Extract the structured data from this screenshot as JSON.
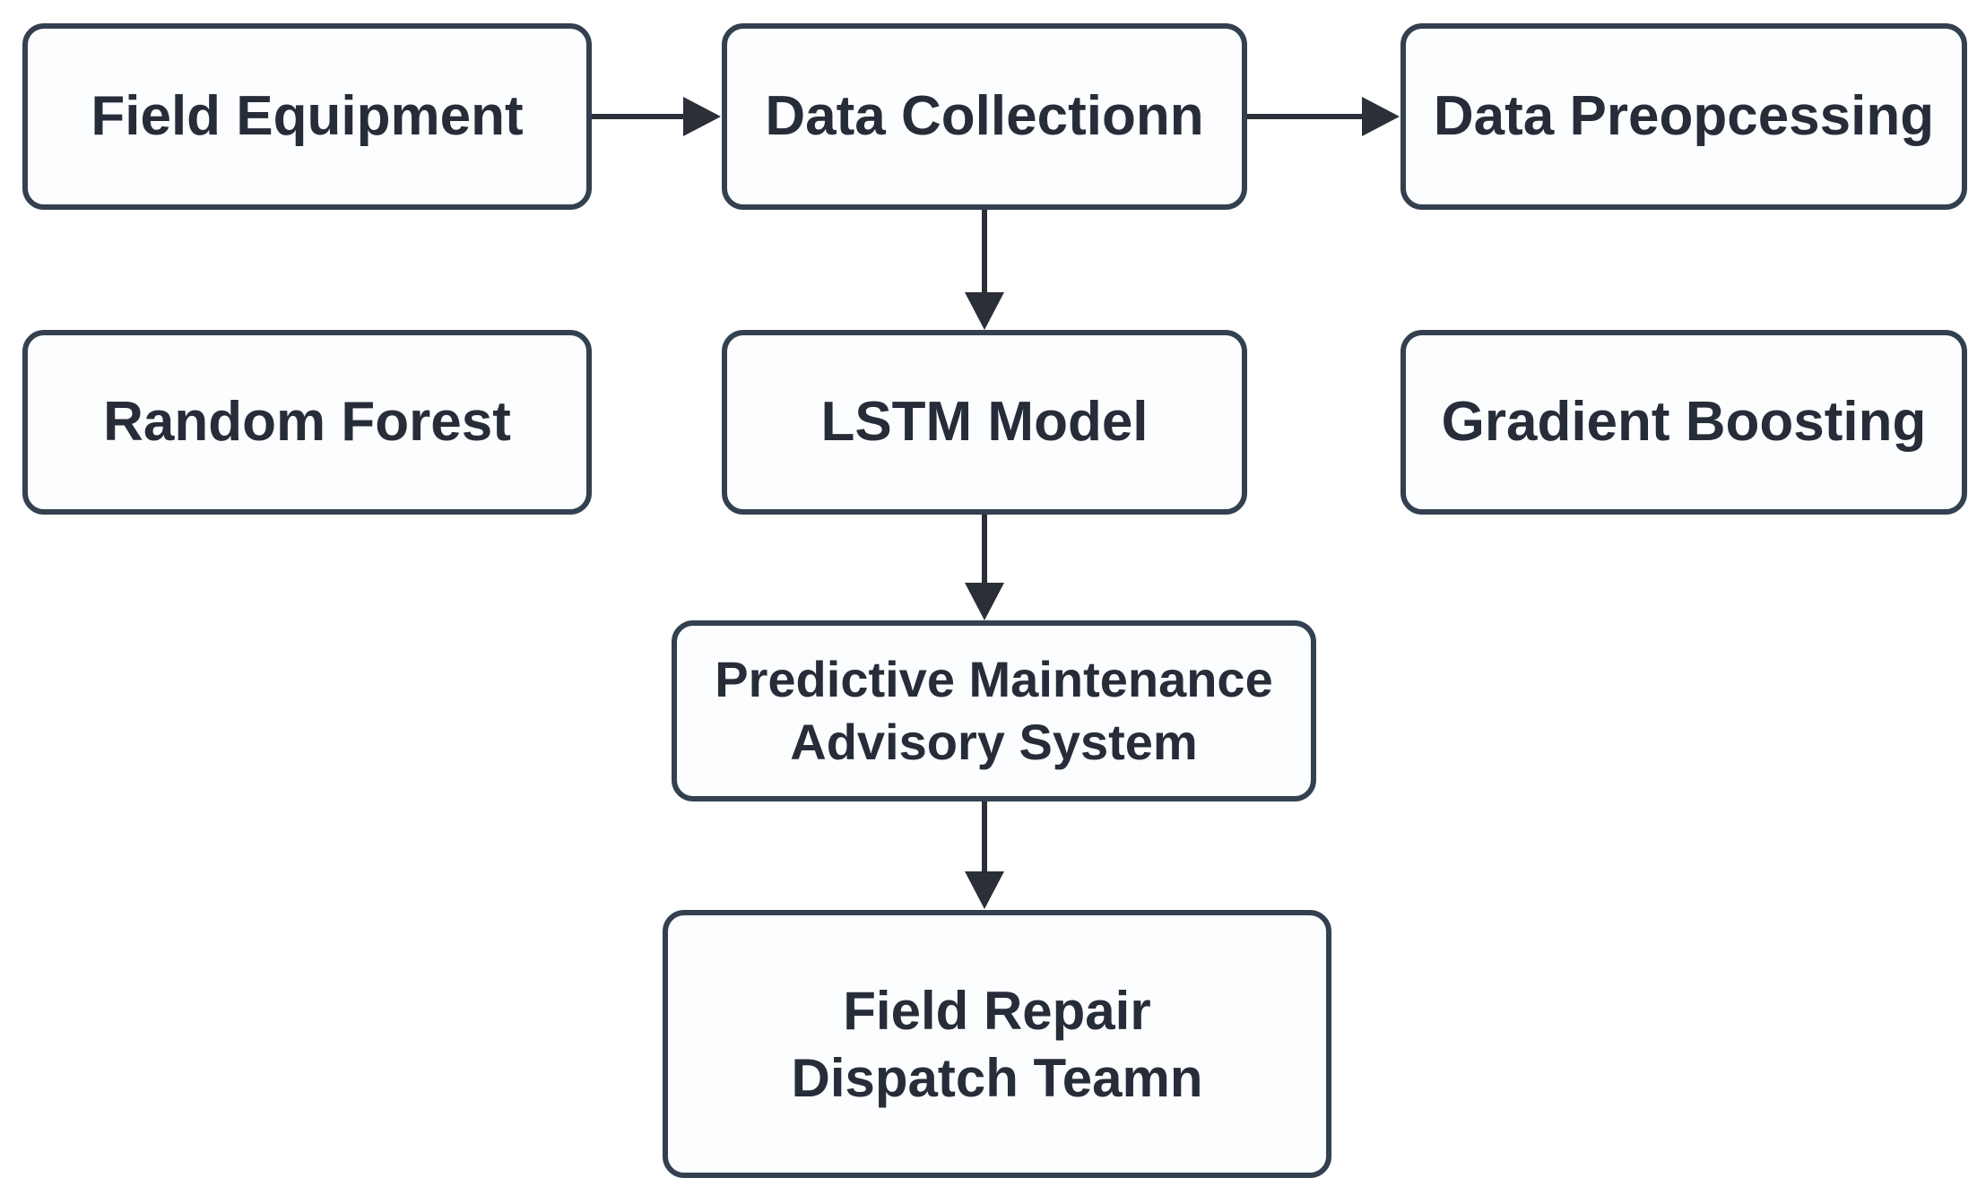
{
  "diagram": {
    "title": "Predictive maintenance pipeline flowchart",
    "colors": {
      "box_border": "#33404f",
      "box_fill": "#fcfdfe",
      "text": "#262d39",
      "arrow": "#2a2f38",
      "background": "#ffffff"
    },
    "nodes": {
      "field_equipment": {
        "label": "Field Equipment"
      },
      "data_collection": {
        "label": "Data Collectionn"
      },
      "data_preprocessing": {
        "label": "Data Preopcessing"
      },
      "random_forest": {
        "label": "Random Forest"
      },
      "lstm_model": {
        "label": "LSTM Model"
      },
      "gradient_boosting": {
        "label": "Gradient Boosting"
      },
      "predictive_maintenance": {
        "label": "Predictive Maintenance\nAdvisory System"
      },
      "field_repair": {
        "label": "Field Repair\nDispatch Teamn"
      }
    },
    "edges": [
      {
        "from": "Field Equipment",
        "to": "Data Collectionn",
        "direction": "right"
      },
      {
        "from": "Data Collectionn",
        "to": "Data Preopcessing",
        "direction": "right"
      },
      {
        "from": "Data Collectionn",
        "to": "LSTM Model",
        "direction": "down"
      },
      {
        "from": "LSTM Model",
        "to": "Predictive Maintenance Advisory System",
        "direction": "down"
      },
      {
        "from": "Predictive Maintenance Advisory System",
        "to": "Field Repair Dispatch Teamn",
        "direction": "down"
      }
    ]
  }
}
